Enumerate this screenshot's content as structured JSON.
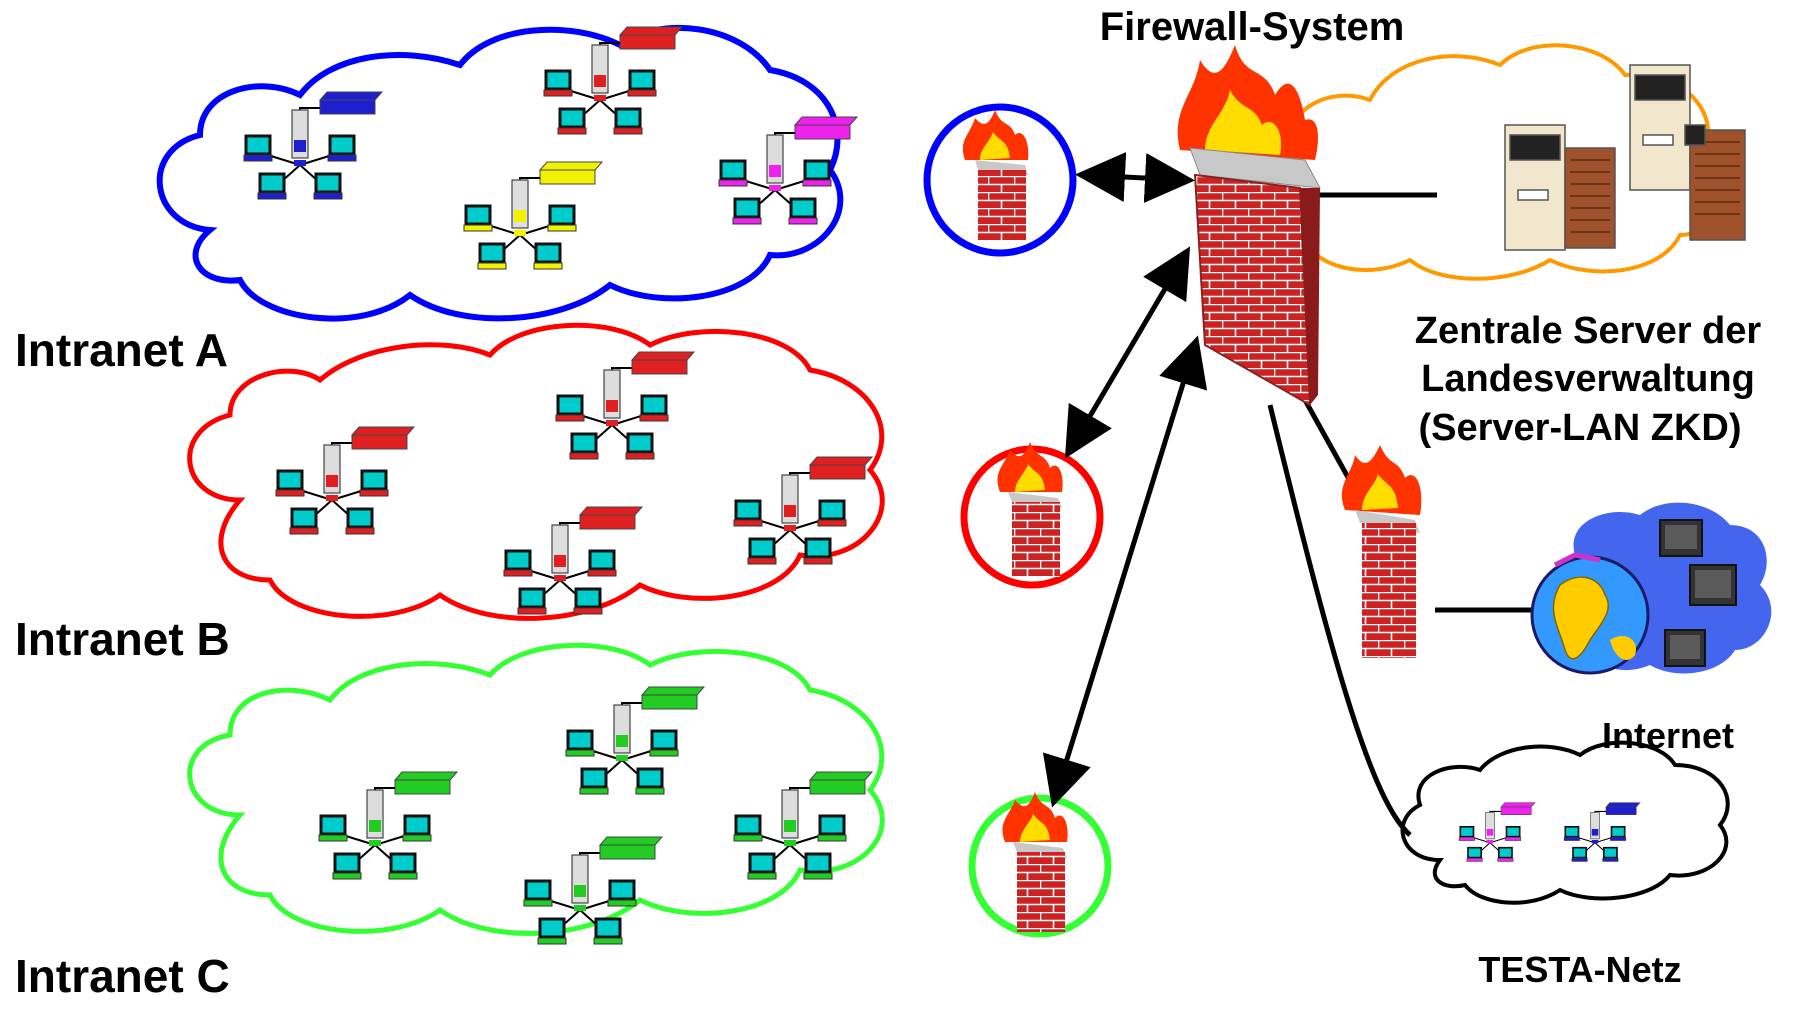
{
  "title": "Firewall-System",
  "intranets": [
    {
      "label": "Intranet A",
      "color": "#0000ff"
    },
    {
      "label": "Intranet B",
      "color": "#ff0000"
    },
    {
      "label": "Intranet C",
      "color": "#33ff33"
    }
  ],
  "server_lan": {
    "lines": [
      "Zentrale Server der",
      "Landesverwaltung",
      "(Server-LAN ZKD)"
    ],
    "color": "#ff9900"
  },
  "internet": {
    "label": "Internet"
  },
  "testa": {
    "label": "TESTA-Netz",
    "color": "#000000"
  },
  "colors": {
    "brick": "#cc2222",
    "mortar": "#ffffff",
    "flame": "#ff3300",
    "flame_core": "#ffdd00",
    "net_blue": "#1f1fcf",
    "net_red": "#e02020",
    "net_yellow": "#f2f200",
    "net_magenta": "#ee22ee",
    "net_green": "#22cc22",
    "monitor_screen": "#00cccc"
  }
}
